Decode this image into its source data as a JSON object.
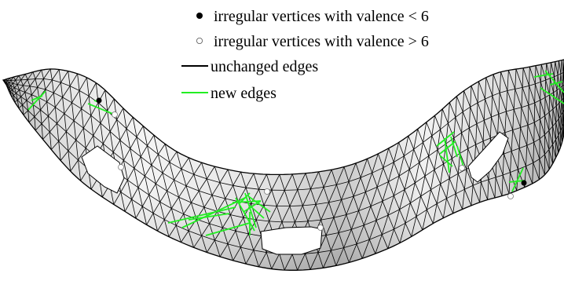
{
  "legend": {
    "items": [
      {
        "label": "irregular vertices with valence < 6",
        "symbol": "black-dot"
      },
      {
        "label": "irregular vertices with valence > 6",
        "symbol": "white-dot"
      },
      {
        "label": "unchanged edges",
        "symbol": "black-line"
      },
      {
        "label": "new edges",
        "symbol": "green-line"
      }
    ]
  },
  "colors": {
    "mesh_edge": "#000000",
    "new_edge": "#22ee22",
    "surface_light": "#f2f2f2",
    "surface_dark": "#8f8f8f",
    "hole": "#ffffff"
  }
}
